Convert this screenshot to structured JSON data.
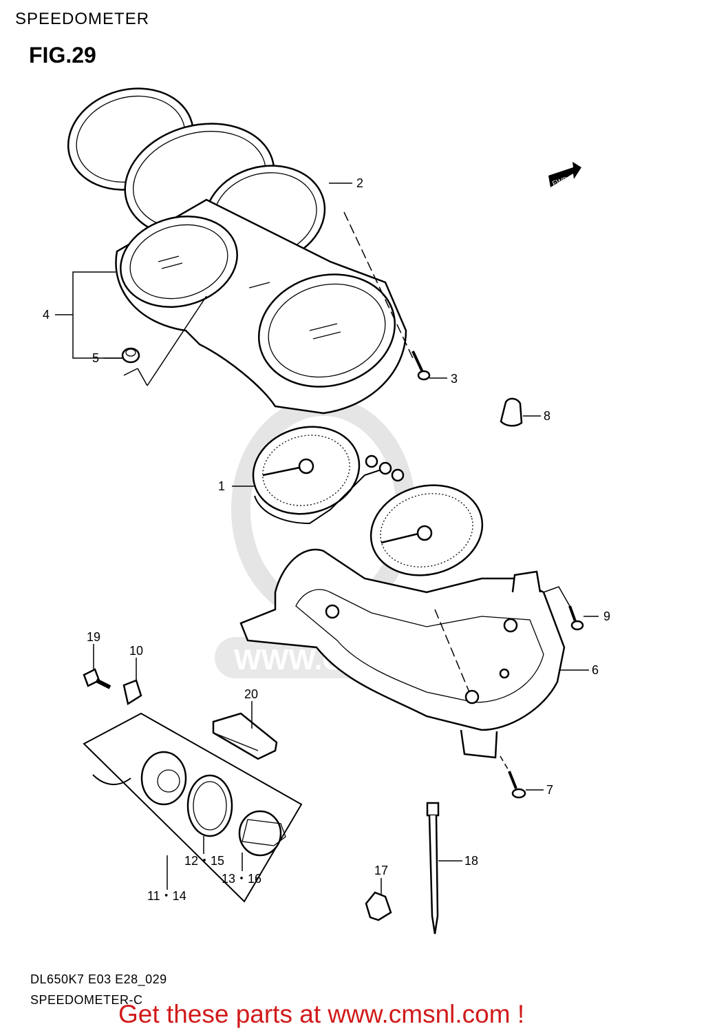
{
  "header": {
    "title": "SPEEDOMETER",
    "figure": "FIG.29"
  },
  "footer": {
    "code": "DL650K7 E03 E28_029",
    "subtitle": "SPEEDOMETER-C",
    "promo": "Get these parts at www.cmsnl.com !"
  },
  "watermark": {
    "text": "WWW.CMSNL.COM",
    "logo": "cms"
  },
  "fwd_label": "FWD",
  "callouts": {
    "c1": "1",
    "c2": "2",
    "c3": "3",
    "c4": "4",
    "c5": "5",
    "c6": "6",
    "c7": "7",
    "c8": "8",
    "c9": "9",
    "c10": "10",
    "c19": "19",
    "c20": "20",
    "c12_15": "12・15",
    "c13_16": "13・16",
    "c11_14": "11・14",
    "c17": "17",
    "c18": "18"
  }
}
